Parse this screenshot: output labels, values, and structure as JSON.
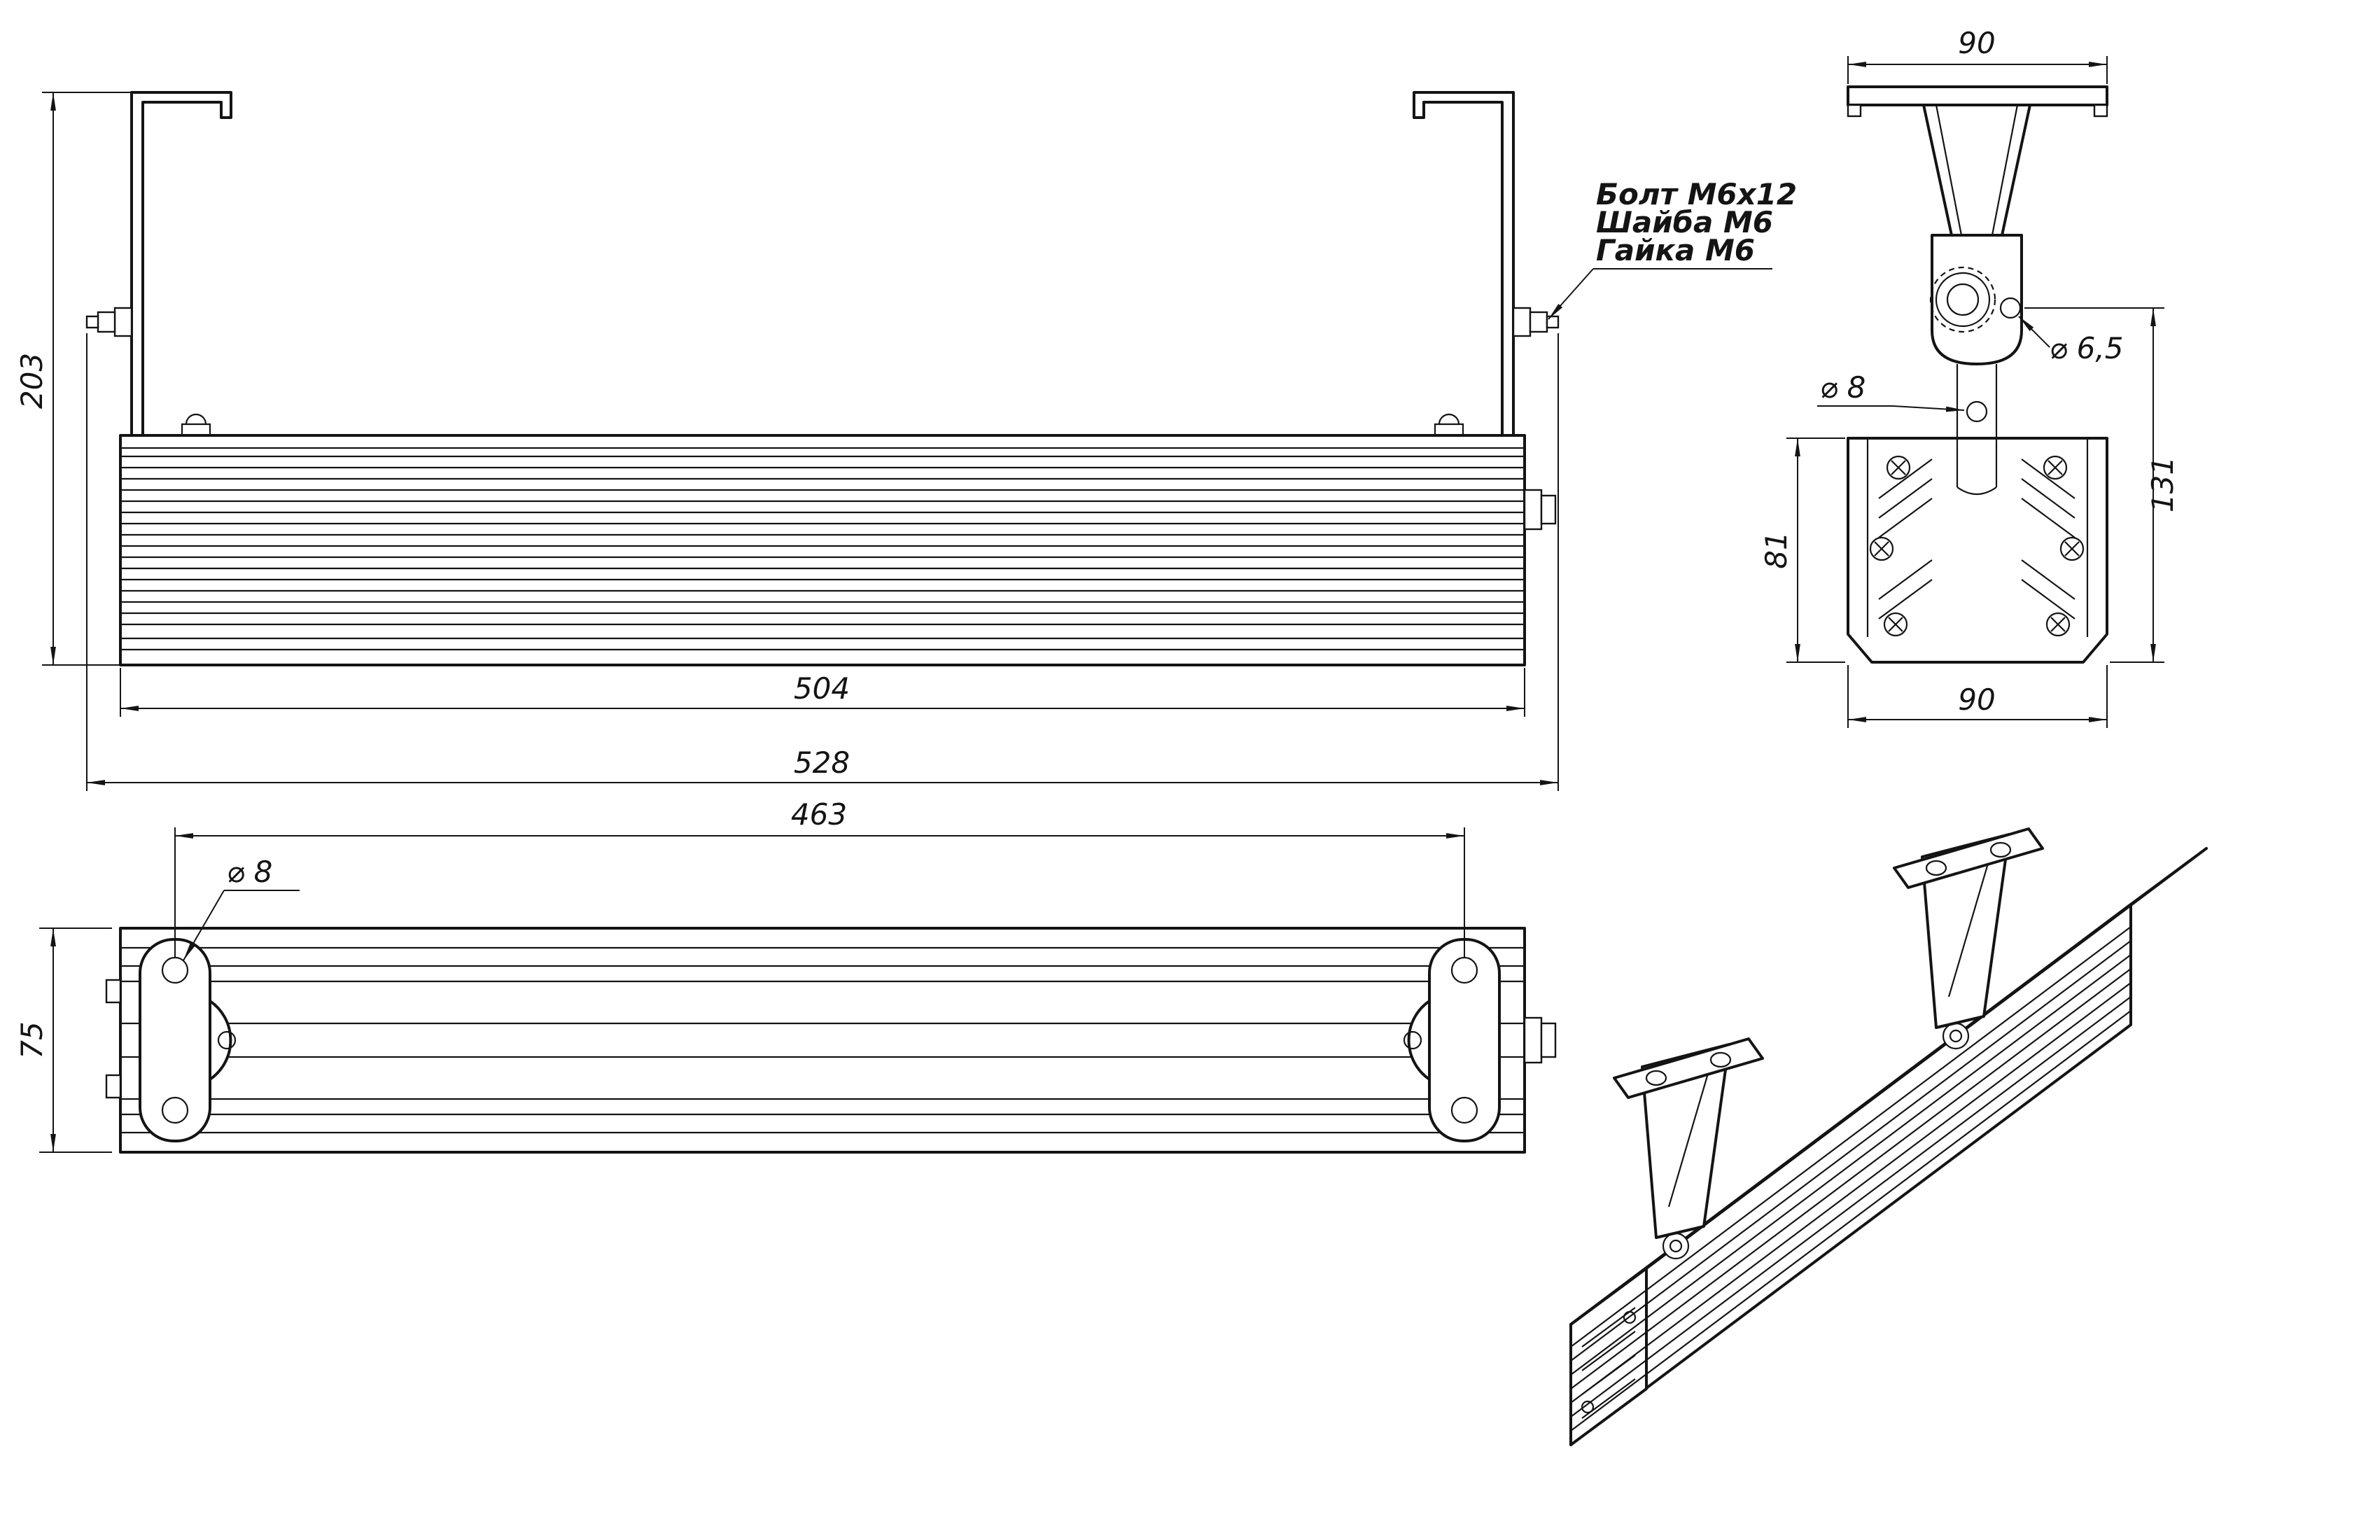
{
  "drawing": {
    "background": "#ffffff",
    "ink": "#141414"
  },
  "annotation": {
    "line1": "Болт М6х12",
    "line2": "Шайба М6",
    "line3": "Гайка М6"
  },
  "front_view": {
    "height": "203",
    "body_length": "504",
    "overall_length": "528"
  },
  "side_view": {
    "top_width": "90",
    "hole_small": "⌀ 6,5",
    "hole_center": "⌀ 8",
    "fin_height": "81",
    "mount_height": "131",
    "base_width": "90"
  },
  "top_view": {
    "hole_spacing": "463",
    "body_width": "75",
    "hole_dia": "⌀ 8"
  }
}
